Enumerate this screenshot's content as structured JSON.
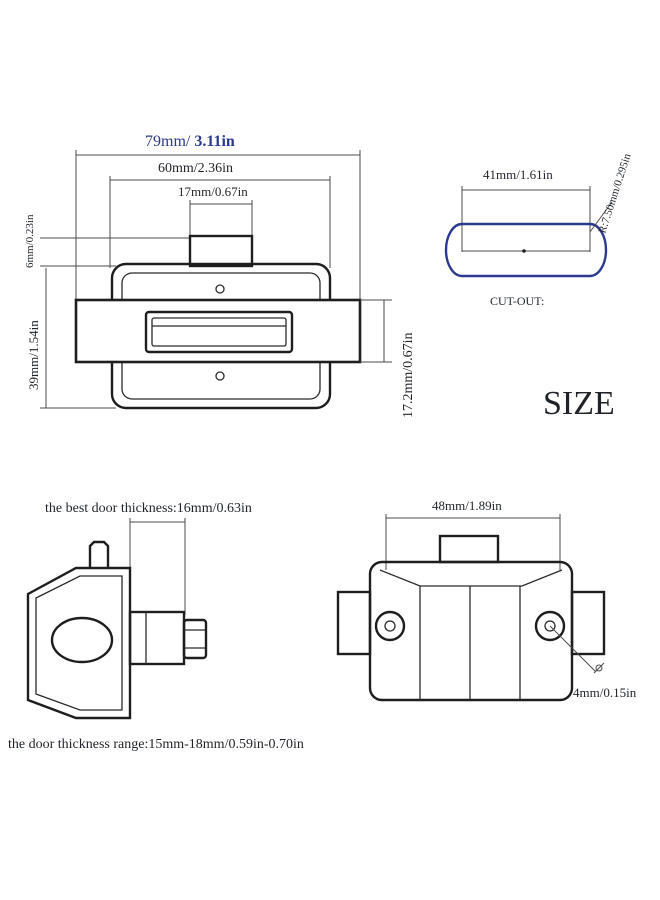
{
  "labels": {
    "overall_width_mm": "79mm/",
    "overall_width_in": " 3.11in",
    "body_width": "60mm/2.36in",
    "button_width": "17mm/0.67in",
    "button_height": "6mm/0.23in",
    "body_height": "39mm/1.54in",
    "handle_height": "17.2mm/0.67in",
    "cutout_width": "41mm/1.61in",
    "cutout_radius": "R:7.50mm/0.295in",
    "cutout_caption": "CUT-OUT:",
    "size_title": "SIZE",
    "best_thickness": "the best door thickness:16mm/0.63in",
    "back_width": "48mm/1.89in",
    "hole_diameter": "4mm/0.15in",
    "thickness_range": "the door thickness range:15mm-18mm/0.59in-0.70in"
  },
  "colors": {
    "accent_blue": "#2b3a8f",
    "outline": "#1e1e1e",
    "dimension_line": "#4b4b4b"
  }
}
